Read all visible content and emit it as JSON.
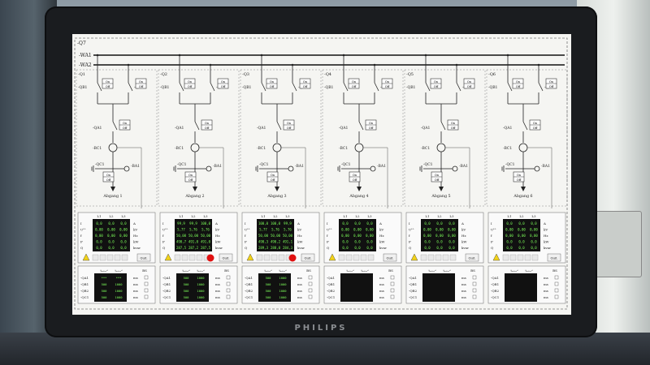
{
  "monitor": {
    "brand": "PHILIPS"
  },
  "busbars": {
    "outer": "-Q7",
    "wa1": "-WA1",
    "wa2": "-WA2"
  },
  "labels": {
    "on": "On",
    "off": "Off",
    "qb1": "-QB1",
    "qb2": "-QB2",
    "qa1": "-QA1",
    "bc1": "-BC1",
    "qc1": "-QC1",
    "ba1": "-BA1",
    "phases": [
      "L1",
      "L2",
      "L3"
    ],
    "meas_names": [
      "I",
      "Uᴸᴸ",
      "f",
      "P",
      "Q"
    ],
    "units": [
      "A",
      "kV",
      "Hz",
      "kW",
      "kvar"
    ],
    "btn": "Quit.",
    "counter_cols": [
      "tₒₙₗₒₐᵈ",
      "tₒₙₗₒₐᵈ"
    ],
    "counter_bs": "BS",
    "counter_rows": [
      "-QA1",
      "-QB1",
      "-QB2",
      "-QC1"
    ],
    "counter_unit": "ms"
  },
  "feeders": [
    {
      "id": "-Q1",
      "name": "Abgang 1",
      "active": false,
      "meas": [
        [
          "0,0",
          "0,0",
          "0,0"
        ],
        [
          "0,00",
          "0,00",
          "0,00"
        ],
        [
          "0,00",
          "0,00",
          "0,00"
        ],
        [
          "0,0",
          "0,0",
          "0,0"
        ],
        [
          "0,0",
          "0,0",
          "0,0"
        ]
      ],
      "counters": [
        [
          "***",
          "***"
        ],
        [
          "500",
          "1000"
        ],
        [
          "500",
          "1000"
        ],
        [
          "500",
          "1000"
        ]
      ]
    },
    {
      "id": "-Q2",
      "name": "Abgang 2",
      "active": true,
      "meas": [
        [
          "99,9",
          "99,9",
          "100,0"
        ],
        [
          "5,77",
          "5,76",
          "5,76"
        ],
        [
          "50,00",
          "50,00",
          "50,00"
        ],
        [
          "490,7",
          "491,0",
          "491,0"
        ],
        [
          "287,5",
          "287,2",
          "287,5"
        ]
      ],
      "counters": [
        [
          "500",
          "1000"
        ],
        [
          "500",
          "1000"
        ],
        [
          "500",
          "1000"
        ],
        [
          "500",
          "1000"
        ]
      ]
    },
    {
      "id": "-Q3",
      "name": "Abgang 3",
      "active": true,
      "meas": [
        [
          "100,0",
          "100,0",
          "99,9"
        ],
        [
          "5,77",
          "5,76",
          "5,76"
        ],
        [
          "50,00",
          "50,00",
          "50,00"
        ],
        [
          "490,3",
          "490,2",
          "491,1"
        ],
        [
          "289,3",
          "288,0",
          "284,3"
        ]
      ],
      "counters": [
        [
          "500",
          "1000"
        ],
        [
          "500",
          "1000"
        ],
        [
          "500",
          "1000"
        ],
        [
          "500",
          "1000"
        ]
      ]
    },
    {
      "id": "-Q4",
      "name": "Abgang 4",
      "active": false,
      "meas": [
        [
          "0,0",
          "0,0",
          "0,0"
        ],
        [
          "0,00",
          "0,00",
          "0,00"
        ],
        [
          "0,00",
          "0,00",
          "0,00"
        ],
        [
          "0,0",
          "0,0",
          "0,0"
        ],
        [
          "0,0",
          "0,0",
          "0,0"
        ]
      ],
      "counters": [
        [
          "",
          ""
        ],
        [
          "",
          ""
        ],
        [
          "",
          ""
        ],
        [
          "",
          ""
        ]
      ]
    },
    {
      "id": "-Q5",
      "name": "Abgang 5",
      "active": false,
      "meas": [
        [
          "0,0",
          "0,0",
          "0,0"
        ],
        [
          "0,00",
          "0,00",
          "0,00"
        ],
        [
          "0,00",
          "0,00",
          "0,00"
        ],
        [
          "0,0",
          "0,0",
          "0,0"
        ],
        [
          "0,0",
          "0,0",
          "0,0"
        ]
      ],
      "counters": [
        [
          "",
          ""
        ],
        [
          "",
          ""
        ],
        [
          "",
          ""
        ],
        [
          "",
          ""
        ]
      ]
    },
    {
      "id": "-Q6",
      "name": "Abgang 6",
      "active": false,
      "meas": [
        [
          "0,0",
          "0,0",
          "0,0"
        ],
        [
          "0,00",
          "0,00",
          "0,00"
        ],
        [
          "0,00",
          "0,00",
          "0,00"
        ],
        [
          "0,0",
          "0,0",
          "0,0"
        ],
        [
          "0,0",
          "0,0",
          "0,0"
        ]
      ],
      "counters": [
        [
          "",
          ""
        ],
        [
          "",
          ""
        ],
        [
          "",
          ""
        ],
        [
          "",
          ""
        ]
      ]
    }
  ],
  "colors": {
    "value_text": "#7dff5a",
    "value_bg": "#111111",
    "alarm": "#e01010",
    "warn": "#f2d21a"
  }
}
